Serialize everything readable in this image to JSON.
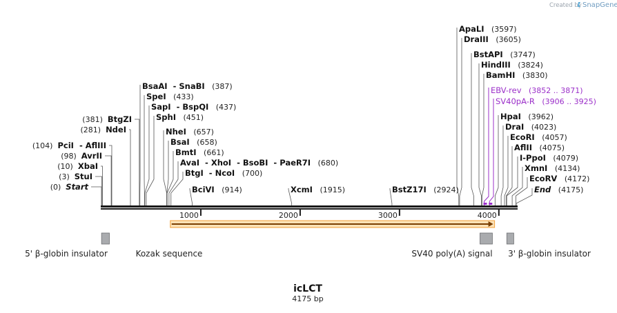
{
  "credit": {
    "created_by": "Created by",
    "brand": "SnapGene"
  },
  "map": {
    "length": 4175,
    "title": "icLCT",
    "subtitle": "4175 bp"
  },
  "ticks": [
    "1000",
    "2000",
    "3000",
    "4000"
  ],
  "left_sites": [
    {
      "name": "Start",
      "pos": "(0)",
      "site": 0,
      "italic": true
    },
    {
      "name": "StuI",
      "pos": "(3)",
      "site": 3
    },
    {
      "name": "XbaI",
      "pos": "(10)",
      "site": 10
    },
    {
      "name": "AvrII",
      "pos": "(98)",
      "site": 98
    },
    {
      "name": "PciI",
      "pos": "(104)",
      "name2": "AflIII",
      "site": 104
    },
    {
      "name": "NdeI",
      "pos": "(281)",
      "site": 281
    },
    {
      "name": "BtgZI",
      "pos": "(381)",
      "site": 381
    }
  ],
  "center_sites": [
    {
      "name": "BsaAI",
      "name2": "SnaBI",
      "pos": "(387)",
      "site": 387
    },
    {
      "name": "SpeI",
      "pos": "(433)",
      "site": 433
    },
    {
      "name": "SapI",
      "name2": "BspQI",
      "pos": "(437)",
      "site": 437
    },
    {
      "name": "SphI",
      "pos": "(451)",
      "site": 451
    },
    {
      "name": "NheI",
      "pos": "(657)",
      "site": 657
    },
    {
      "name": "BsaI",
      "pos": "(658)",
      "site": 658
    },
    {
      "name": "BmtI",
      "pos": "(661)",
      "site": 661
    },
    {
      "name": "AvaI",
      "name2": "XhoI",
      "name3": "BsoBI",
      "name4": "PaeR7I",
      "pos": "(680)",
      "site": 680
    },
    {
      "name": "BtgI",
      "name2": "NcoI",
      "pos": "(700)",
      "site": 700
    },
    {
      "name": "BciVI",
      "pos": "(914)",
      "site": 914
    },
    {
      "name": "XcmI",
      "pos": "(1915)",
      "site": 1915
    },
    {
      "name": "BstZ17I",
      "pos": "(2924)",
      "site": 2924
    }
  ],
  "right_sites": [
    {
      "name": "ApaLI",
      "pos": "(3597)",
      "site": 3597
    },
    {
      "name": "DraIII",
      "pos": "(3605)",
      "site": 3605
    },
    {
      "name": "BstAPI",
      "pos": "(3747)",
      "site": 3747
    },
    {
      "name": "HindIII",
      "pos": "(3824)",
      "site": 3824
    },
    {
      "name": "BamHI",
      "pos": "(3830)",
      "site": 3830
    },
    {
      "name": "HpaI",
      "pos": "(3962)",
      "site": 3962
    },
    {
      "name": "DraI",
      "pos": "(4023)",
      "site": 4023
    },
    {
      "name": "EcoRI",
      "pos": "(4057)",
      "site": 4057
    },
    {
      "name": "AflII",
      "pos": "(4075)",
      "site": 4075
    },
    {
      "name": "I-PpoI",
      "pos": "(4079)",
      "site": 4079
    },
    {
      "name": "XmnI",
      "pos": "(4134)",
      "site": 4134
    },
    {
      "name": "EcoRV",
      "pos": "(4172)",
      "site": 4172
    },
    {
      "name": "End",
      "pos": "(4175)",
      "site": 4175,
      "italic": true
    }
  ],
  "primers": [
    {
      "name": "EBV-rev",
      "pos": "(3852 .. 3871)",
      "site": 3852
    },
    {
      "name": "SV40pA-R",
      "pos": "(3906 .. 3925)",
      "site": 3906
    }
  ],
  "features": [
    {
      "label": "5' β-globin insulator",
      "start": 1,
      "end": 80,
      "kind": "box"
    },
    {
      "label": "Kozak sequence",
      "start": 700,
      "end": 706,
      "kind": "none"
    },
    {
      "label": "SV40 poly(A) signal",
      "start": 3810,
      "end": 3935,
      "kind": "box"
    },
    {
      "label": "3' β-globin insulator",
      "start": 4080,
      "end": 4150,
      "kind": "box"
    }
  ],
  "orf": {
    "start": 700,
    "end": 3950,
    "color": "#f4a13a"
  },
  "colors": {
    "primer": "#9b2fc9",
    "feature_box": "#a9abae",
    "orf": "#f4a13a"
  }
}
